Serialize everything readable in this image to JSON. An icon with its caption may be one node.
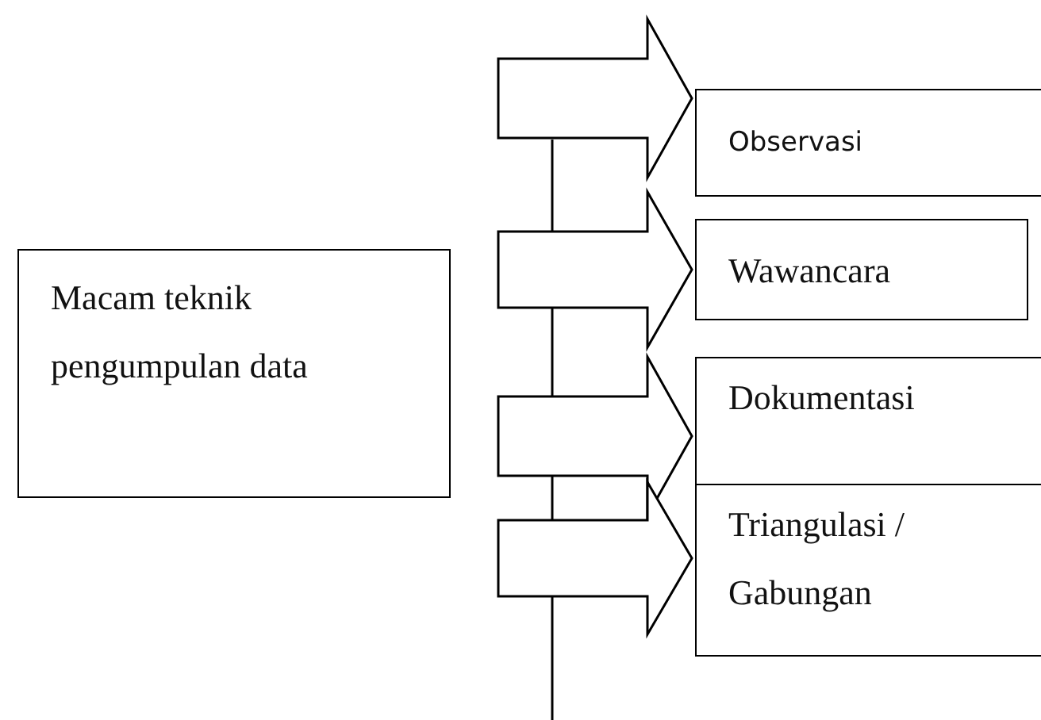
{
  "diagram": {
    "nodes": [
      {
        "text": [
          "Macam teknik pengumpulan data"
        ]
      },
      {
        "text": [
          "Observasi"
        ]
      },
      {
        "text": [
          "Wawancara"
        ]
      },
      {
        "text": [
          "Dokumentasi"
        ]
      },
      {
        "text": [
          "Triangulasi / Gabungan"
        ]
      }
    ],
    "edges": [
      {
        "from": null,
        "to": 1,
        "arrow": "to",
        "style": "thick"
      },
      {
        "from": null,
        "to": 2,
        "arrow": "to",
        "style": "thick"
      },
      {
        "from": null,
        "to": 3,
        "arrow": "to",
        "style": "thick"
      },
      {
        "from": null,
        "to": 4,
        "arrow": "to",
        "style": "thick"
      }
    ]
  }
}
